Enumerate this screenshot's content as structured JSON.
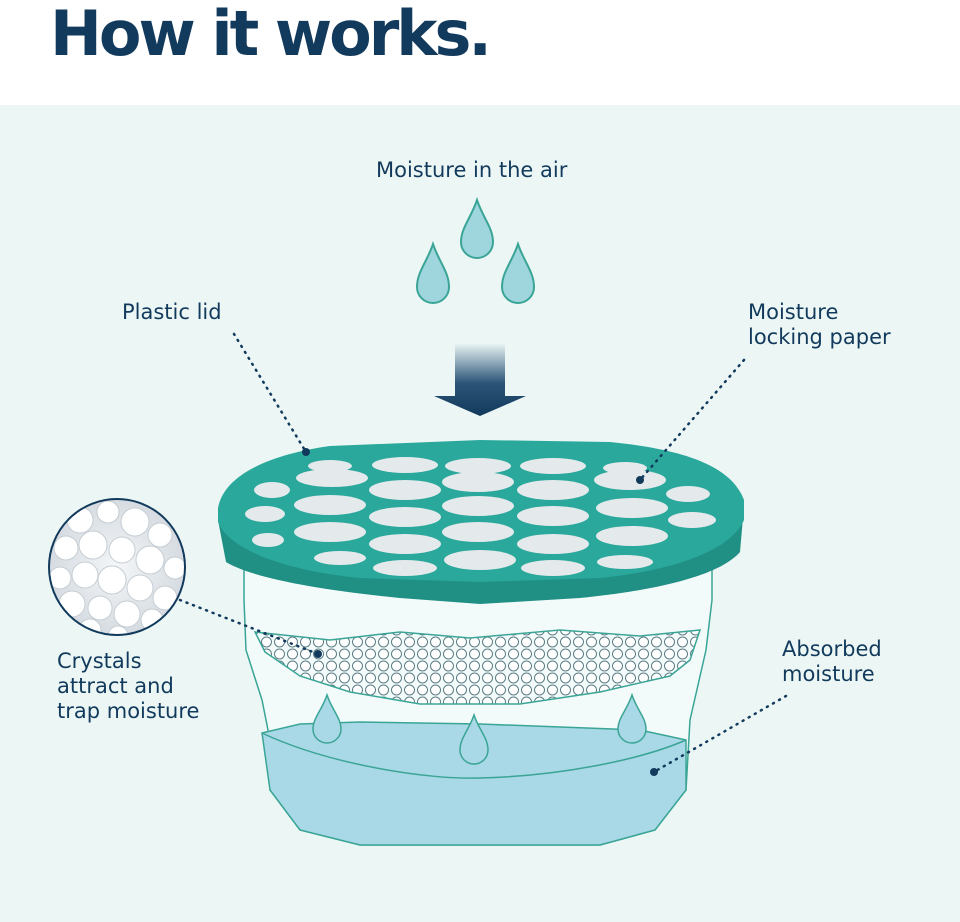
{
  "heading": "How it works.",
  "labels": {
    "moisture_in_air": "Moisture in the air",
    "plastic_lid": "Plastic lid",
    "locking_paper": "Moisture\nlocking paper",
    "crystals": "Crystals\nattract and\ntrap moisture",
    "absorbed": "Absorbed\nmoisture"
  },
  "colors": {
    "heading": "#123a5c",
    "panel": "#ecf7f5",
    "lid": "#2aa89b",
    "drop": "#9fd6de",
    "water": "#a9d8e6",
    "container_outline": "#3aa596"
  }
}
